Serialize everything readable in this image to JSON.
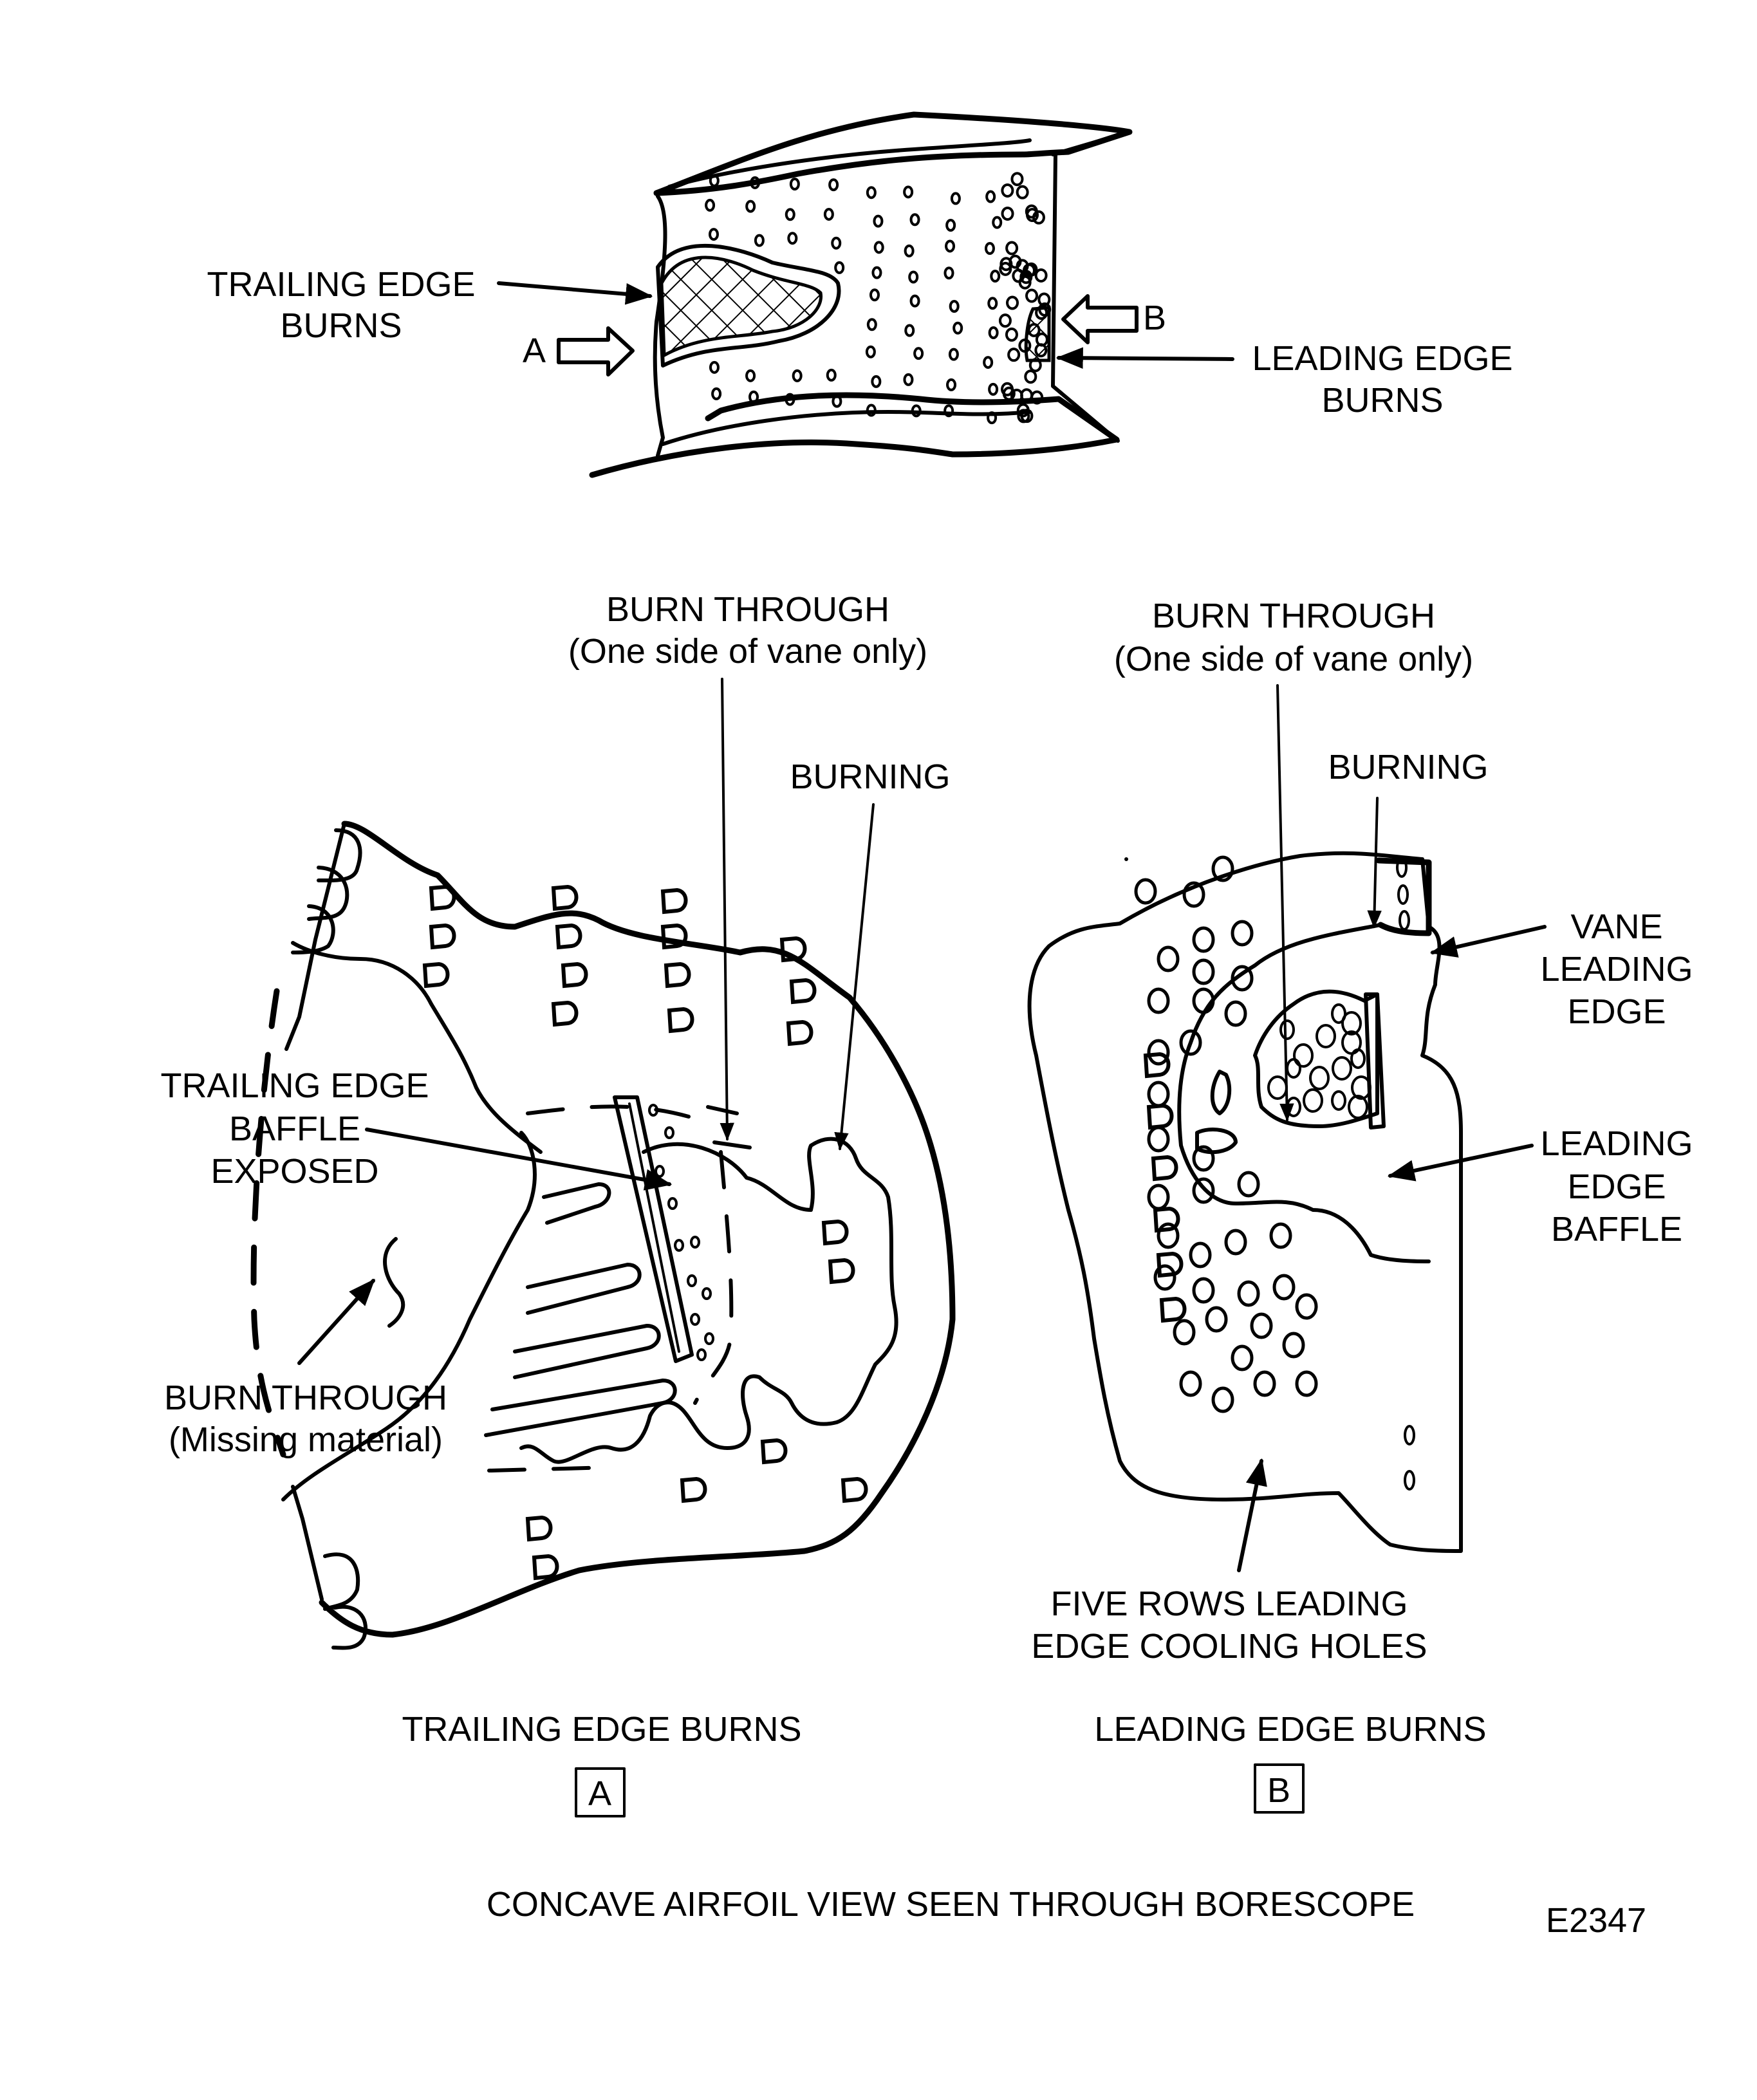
{
  "figure_id": "E2347",
  "caption": "CONCAVE AIRFOIL VIEW SEEN THROUGH BORESCOPE",
  "overview": {
    "labels": {
      "trailing_edge_burns": [
        "TRAILING EDGE",
        "BURNS"
      ],
      "leading_edge_burns": [
        "LEADING EDGE",
        "BURNS"
      ],
      "view_a": "A",
      "view_b": "B"
    }
  },
  "view_a": {
    "title": "TRAILING EDGE BURNS",
    "key": "A",
    "callouts": {
      "burn_through_top": [
        "BURN THROUGH",
        "(One side of vane only)"
      ],
      "burning": "BURNING",
      "baffle_exposed": [
        "TRAILING EDGE",
        "BAFFLE",
        "EXPOSED"
      ],
      "burn_through_missing": [
        "BURN THROUGH",
        "(Missing material)"
      ]
    }
  },
  "view_b": {
    "title": "LEADING EDGE BURNS",
    "key": "B",
    "callouts": {
      "burn_through_top": [
        "BURN THROUGH",
        "(One side of vane only)"
      ],
      "burning": "BURNING",
      "vane_leading_edge": [
        "VANE",
        "LEADING",
        "EDGE"
      ],
      "leading_edge_baffle": [
        "LEADING",
        "EDGE",
        "BAFFLE"
      ],
      "cooling_holes": [
        "FIVE ROWS LEADING",
        "EDGE COOLING HOLES"
      ]
    }
  }
}
